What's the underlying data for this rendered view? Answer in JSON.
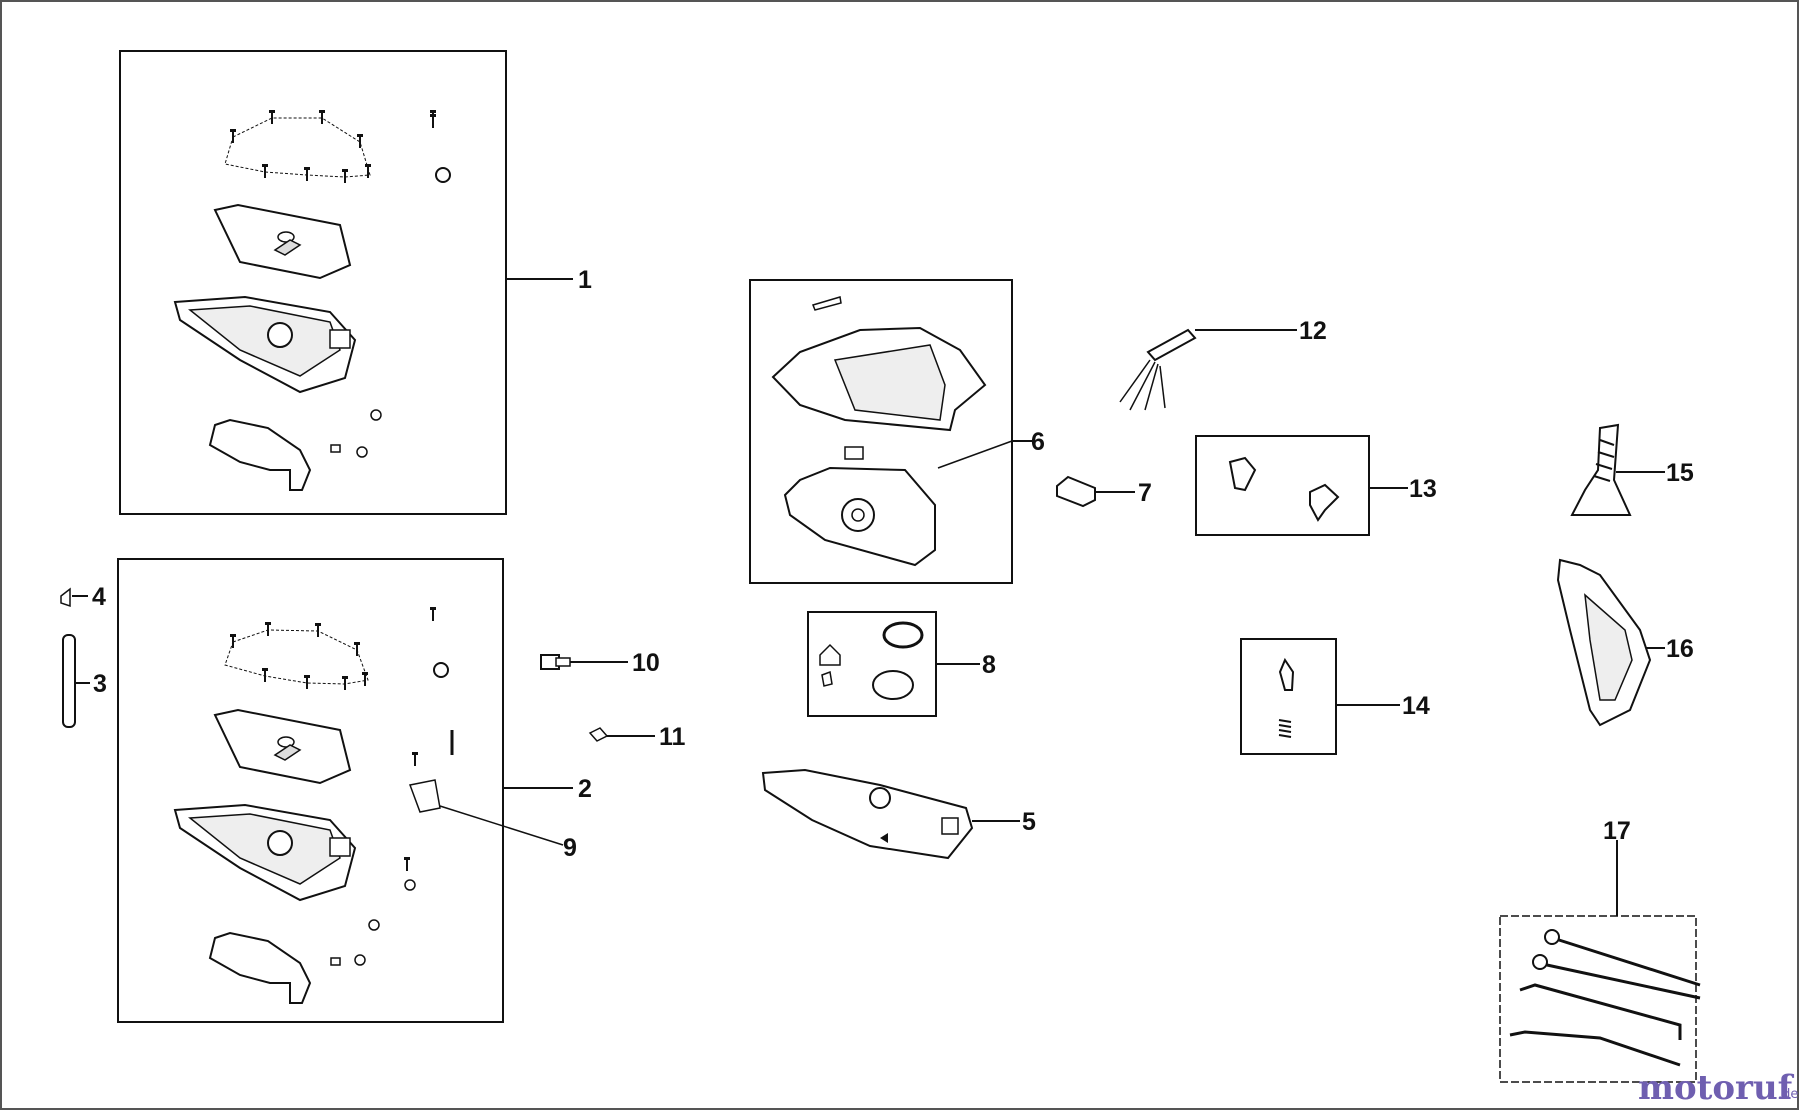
{
  "callouts": [
    "1",
    "2",
    "3",
    "4",
    "5",
    "6",
    "7",
    "8",
    "9",
    "10",
    "11",
    "12",
    "13",
    "14",
    "15",
    "16",
    "17"
  ],
  "watermark": {
    "brand": "motoruf",
    "tld": ".de",
    "color_brand": "#6f5fb0",
    "color_dot": "#e07a20"
  },
  "colors": {
    "line": "#111111",
    "background": "#ffffff"
  }
}
